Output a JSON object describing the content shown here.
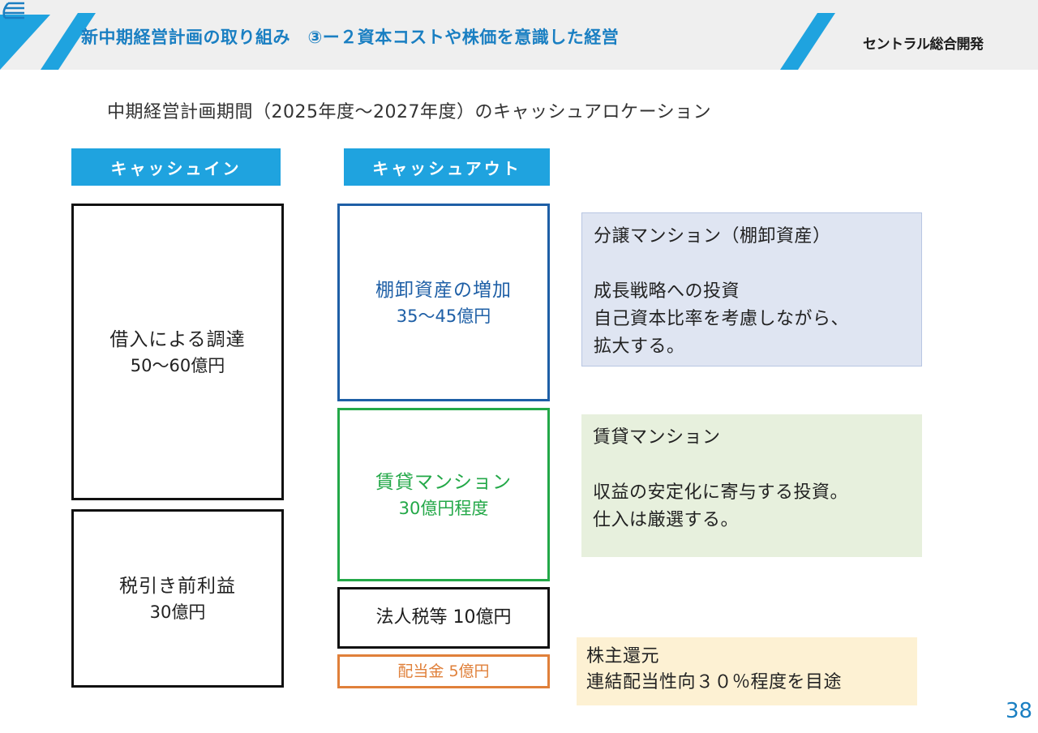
{
  "header": {
    "title": "新中期経営計画の取り組み　③ー２資本コストや株価を意識した経営",
    "logo_text": "セントラル総合開発",
    "accent_color": "#1fa3df",
    "title_color": "#1a7fc2",
    "band_color": "#efefef"
  },
  "subtitle": "中期経営計画期間（2025年度～2027年度）のキャッシュアロケーション",
  "cash_in": {
    "label": "キャッシュイン",
    "items": [
      {
        "line1": "借入による調達",
        "line2": "50～60億円"
      },
      {
        "line1": "税引き前利益",
        "line2": "30億円"
      }
    ]
  },
  "cash_out": {
    "label": "キャッシュアウト",
    "items": [
      {
        "line1": "棚卸資産の増加",
        "line2": "35～45億円",
        "color": "#1e5fa6"
      },
      {
        "line1": "賃貸マンション",
        "line2": "30億円程度",
        "color": "#23a848"
      },
      {
        "text": "法人税等 10億円",
        "color": "#1c1c1c"
      },
      {
        "text": "配当金  5億円",
        "color": "#e0803a"
      }
    ]
  },
  "notes": [
    {
      "title": "分譲マンション（棚卸資産）",
      "lines": [
        "成長戦略への投資",
        "自己資本比率を考慮しながら、",
        "拡大する。"
      ],
      "bg": "#dfe5f2"
    },
    {
      "title": "賃貸マンション",
      "lines": [
        "収益の安定化に寄与する投資。",
        "仕入は厳選する。"
      ],
      "bg": "#e7f0dd"
    },
    {
      "title": "株主還元",
      "lines": [
        "連結配当性向３０％程度を目途"
      ],
      "bg": "#fdf1d3"
    }
  ],
  "page_number": "38"
}
